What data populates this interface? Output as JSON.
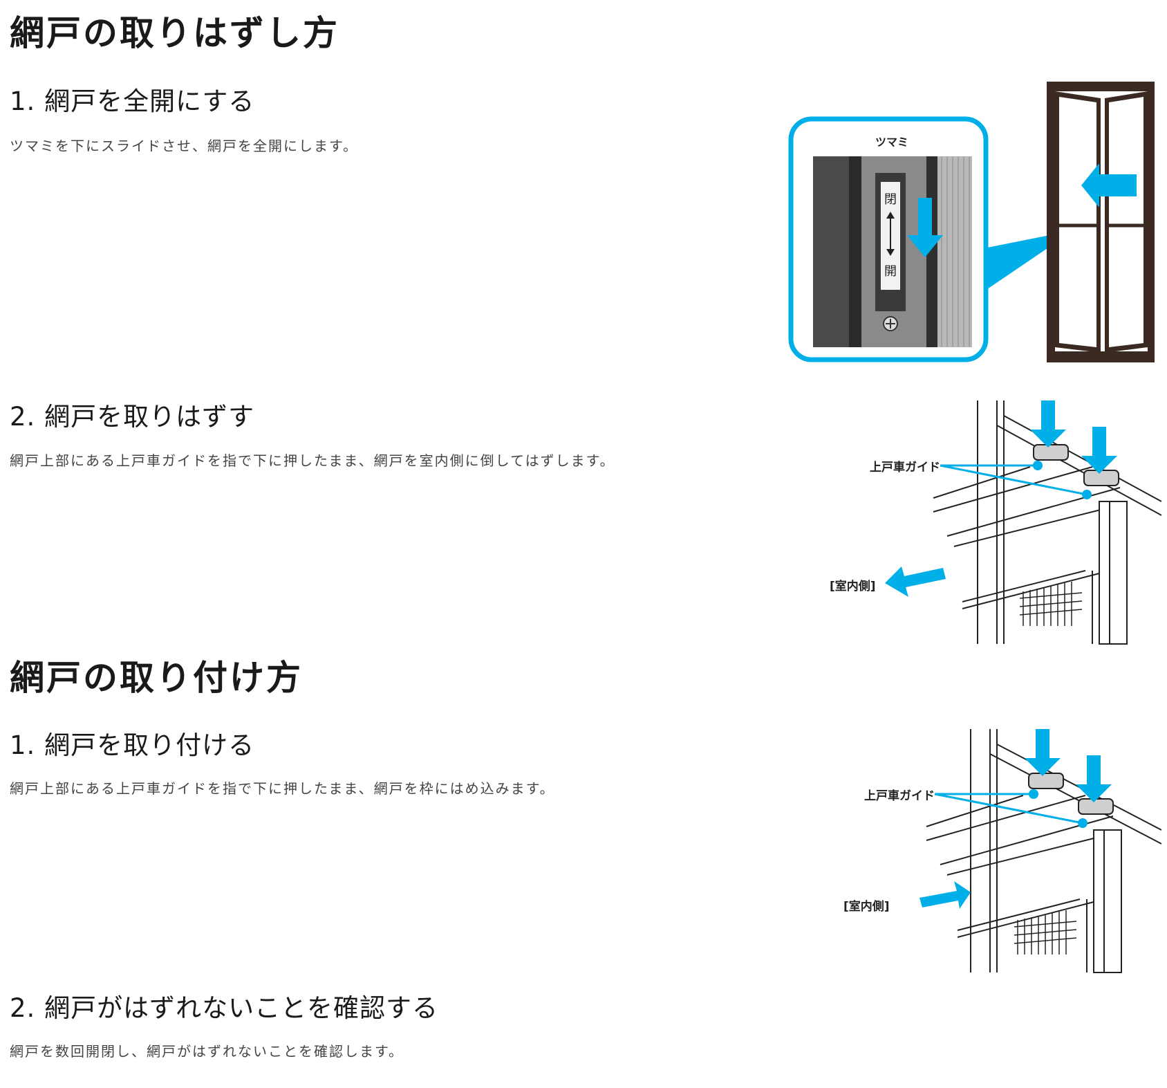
{
  "removal": {
    "title": "網戸の取りはずし方",
    "step1": {
      "heading": "1. 網戸を全開にする",
      "text": "ツマミを下にスライドさせ、網戸を全開にします。",
      "figure": {
        "label_knob": "ツマミ",
        "label_close": "閉",
        "label_open": "開"
      }
    },
    "step2": {
      "heading": "2. 網戸を取りはずす",
      "text": "網戸上部にある上戸車ガイドを指で下に押したまま、網戸を室内側に倒してはずします。",
      "figure": {
        "label_guide": "上戸車ガイド",
        "label_indoor": "[室内側]"
      }
    }
  },
  "install": {
    "title": "網戸の取り付け方",
    "step1": {
      "heading": "1. 網戸を取り付ける",
      "text": "網戸上部にある上戸車ガイドを指で下に押したまま、網戸を枠にはめ込みます。",
      "figure": {
        "label_guide": "上戸車ガイド",
        "label_indoor": "[室内側]"
      }
    },
    "step2": {
      "heading": "2. 網戸がはずれないことを確認する",
      "text": "網戸を数回開閉し、網戸がはずれないことを確認します。"
    }
  },
  "colors": {
    "accent": "#00aee8",
    "frame": "#3a2a22"
  }
}
